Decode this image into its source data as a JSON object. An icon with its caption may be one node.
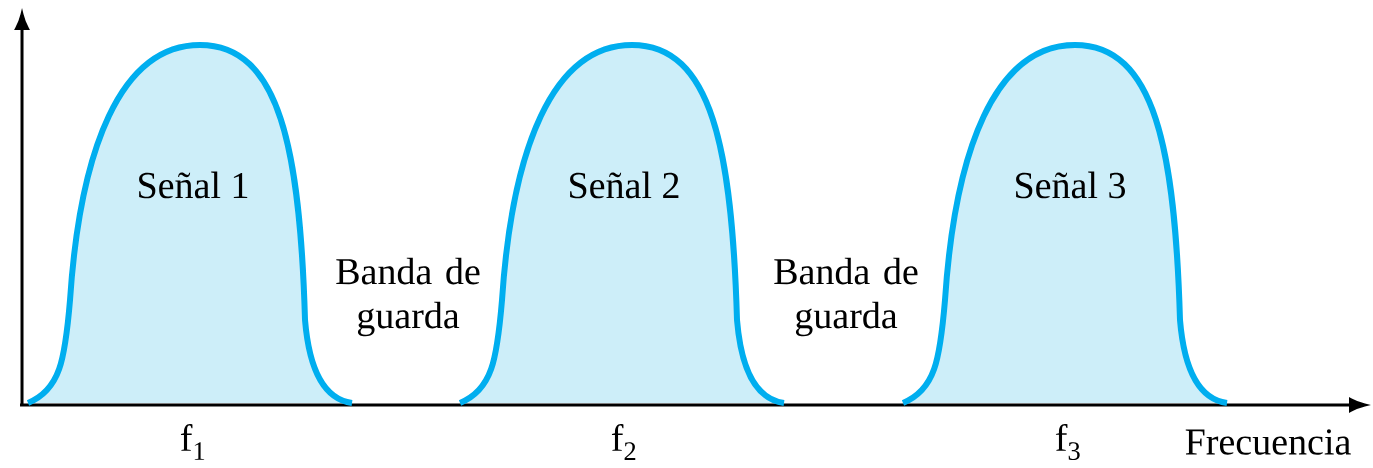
{
  "diagram": {
    "nodes": [
      {
        "text": [
          "Señal 1"
        ]
      },
      {
        "text": [
          "Señal 2"
        ]
      },
      {
        "text": [
          "Señal 3"
        ]
      }
    ],
    "labels": [
      "Banda de guarda",
      "Banda de guarda",
      "f$_{1}$",
      "f$_{2}$",
      "f$_{3}$",
      "Frecuencia"
    ]
  }
}
